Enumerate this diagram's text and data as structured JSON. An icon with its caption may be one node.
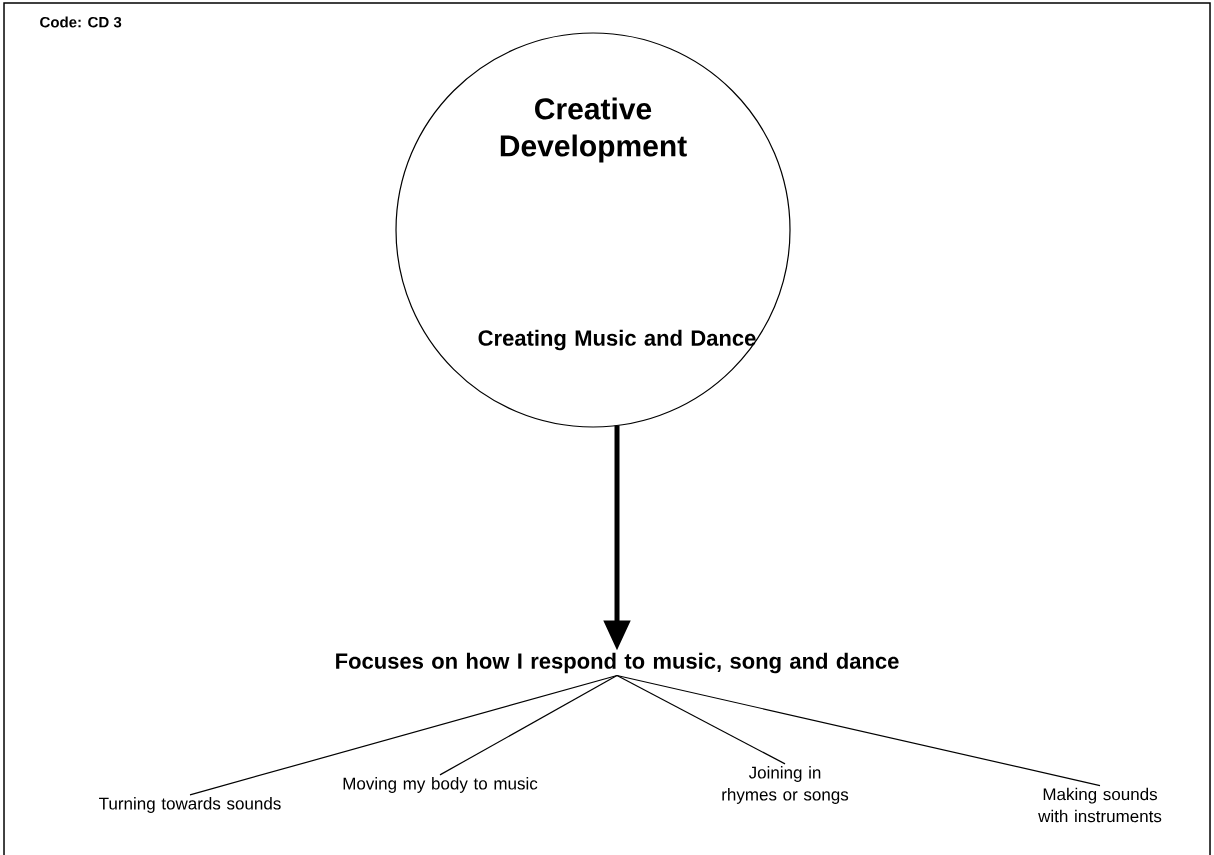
{
  "diagram": {
    "title": "Code: CD 3",
    "nodes": [
      {
        "text": [
          "Creative Development",
          "Creating Music and Dance"
        ]
      },
      {
        "text": [
          "Focuses on how I respond to music, song and dance"
        ]
      },
      {
        "text": [
          "Turning towards sounds"
        ]
      },
      {
        "text": [
          "Moving my body to music"
        ]
      },
      {
        "text": [
          "Joining in rhymes or songs"
        ]
      },
      {
        "text": [
          "Making sounds with instruments"
        ]
      }
    ],
    "edges": [
      {
        "from": 0,
        "to": 1,
        "arrow": "to",
        "style": "thick"
      },
      {
        "from": 1,
        "to": 2,
        "arrow": "none"
      },
      {
        "from": 1,
        "to": 3,
        "arrow": "none"
      },
      {
        "from": 1,
        "to": 4,
        "arrow": "none"
      },
      {
        "from": 1,
        "to": 5,
        "arrow": "none"
      }
    ]
  }
}
